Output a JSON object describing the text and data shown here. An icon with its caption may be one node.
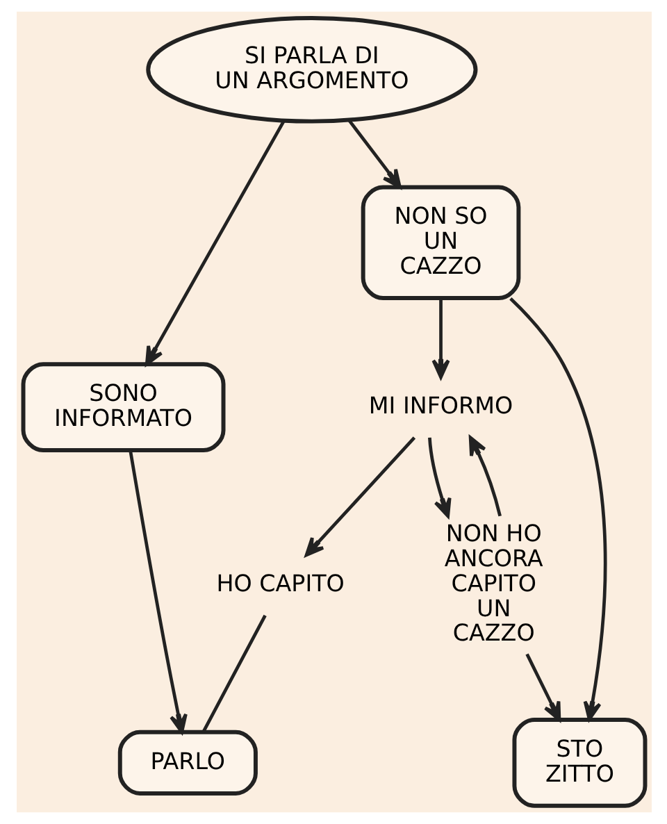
{
  "diagram": {
    "nodes": [
      {
        "text": [
          "SI PARLA DI UN ARGOMENTO"
        ]
      },
      {
        "text": [
          "SONO INFORMATO"
        ]
      },
      {
        "text": [
          "NON SO UN CAZZO"
        ]
      },
      {
        "text": [
          "MI INFORMO"
        ]
      },
      {
        "text": [
          "HO CAPITO"
        ]
      },
      {
        "text": [
          "NON HO ANCORA CAPITO UN CAZZO"
        ]
      },
      {
        "text": [
          "PARLO"
        ]
      },
      {
        "text": [
          "STO ZITTO"
        ]
      }
    ],
    "edges": [
      {
        "from": 0,
        "to": 1,
        "arrow": "to"
      },
      {
        "from": 0,
        "to": 2,
        "arrow": "to"
      },
      {
        "from": 1,
        "to": 6,
        "arrow": "to"
      },
      {
        "from": 2,
        "to": 3,
        "arrow": "to"
      },
      {
        "from": 2,
        "to": 7,
        "arrow": "to"
      },
      {
        "from": 3,
        "to": 4,
        "arrow": "to"
      },
      {
        "from": 3,
        "to": 5,
        "arrow": "to"
      },
      {
        "from": 5,
        "to": 3,
        "arrow": "to"
      },
      {
        "from": 5,
        "to": 7,
        "arrow": "to"
      },
      {
        "from": 4,
        "to": 6,
        "arrow": "none"
      }
    ]
  }
}
